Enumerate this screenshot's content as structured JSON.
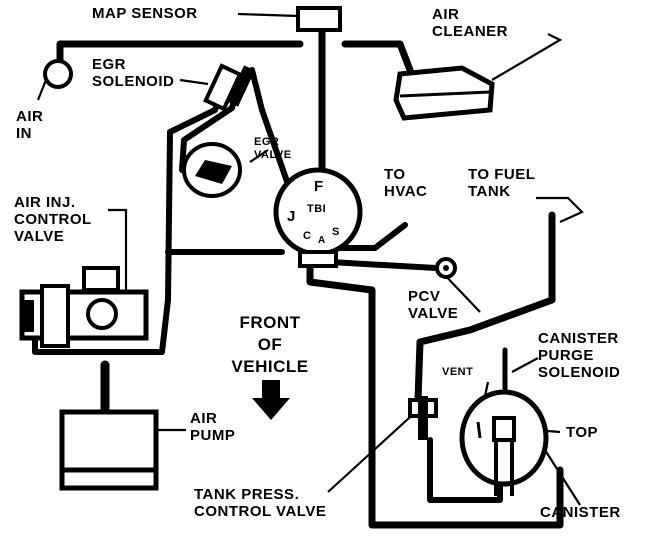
{
  "labels": {
    "map_sensor": "MAP SENSOR",
    "air_cleaner": [
      "AIR",
      "CLEANER"
    ],
    "egr_solenoid": [
      "EGR",
      "SOLENOID"
    ],
    "air_in": [
      "AIR",
      "IN"
    ],
    "egr_valve": [
      "EGR",
      "VALVE"
    ],
    "to_hvac": [
      "TO",
      "HVAC"
    ],
    "to_fuel_tank": [
      "TO FUEL",
      "TANK"
    ],
    "air_inj_control_valve": [
      "AIR INJ.",
      "CONTROL",
      "VALVE"
    ],
    "pcv_valve": [
      "PCV",
      "VALVE"
    ],
    "front_of_vehicle": [
      "FRONT",
      "OF",
      "VEHICLE"
    ],
    "canister_purge_solenoid": [
      "CANISTER",
      "PURGE",
      "SOLENOID"
    ],
    "vent": "VENT",
    "top": "TOP",
    "air_pump": [
      "AIR",
      "PUMP"
    ],
    "tank_press_control_valve": [
      "TANK PRESS.",
      "CONTROL VALVE"
    ],
    "canister": "CANISTER"
  },
  "tbi": {
    "title": "TBI",
    "port_f": "F",
    "port_j": "J",
    "port_c": "C",
    "port_a": "A",
    "port_s": "S"
  }
}
